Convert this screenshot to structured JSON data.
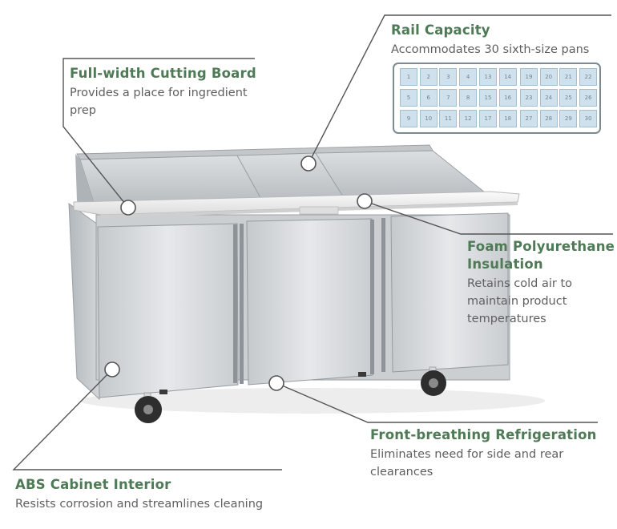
{
  "callouts": {
    "cutting_board": {
      "title": "Full-width Cutting Board",
      "description": "Provides a place for ingredient prep"
    },
    "rail_capacity": {
      "title": "Rail Capacity",
      "description": "Accommodates 30 sixth-size pans"
    },
    "foam_insulation": {
      "title": "Foam Polyurethane Insulation",
      "description": "Retains cold air to maintain product temperatures"
    },
    "front_breathing": {
      "title": "Front-breathing Refrigeration",
      "description": "Eliminates need for side and rear clearances"
    },
    "abs_interior": {
      "title": "ABS Cabinet Interior",
      "description": "Resists corrosion and streamlines cleaning"
    }
  },
  "rail_pans": {
    "groups": [
      {
        "rows": [
          [
            "1",
            "2",
            "3",
            "4"
          ],
          [
            "5",
            "6",
            "7",
            "8"
          ],
          [
            "9",
            "10",
            "11",
            "12"
          ]
        ]
      },
      {
        "rows": [
          [
            "13",
            "14"
          ],
          [
            "15",
            "16"
          ],
          [
            "17",
            "18"
          ]
        ]
      },
      {
        "rows": [
          [
            "19",
            "20",
            "21",
            "22"
          ],
          [
            "23",
            "24",
            "25",
            "26"
          ],
          [
            "27",
            "28",
            "29",
            "30"
          ]
        ]
      }
    ]
  },
  "colors": {
    "title_green": "#4e7a56",
    "description_gray": "#5f5f5f",
    "leader_line": "#555555",
    "stainless_steel": "#d4d8db",
    "pan_fill": "#cfe1ec"
  }
}
